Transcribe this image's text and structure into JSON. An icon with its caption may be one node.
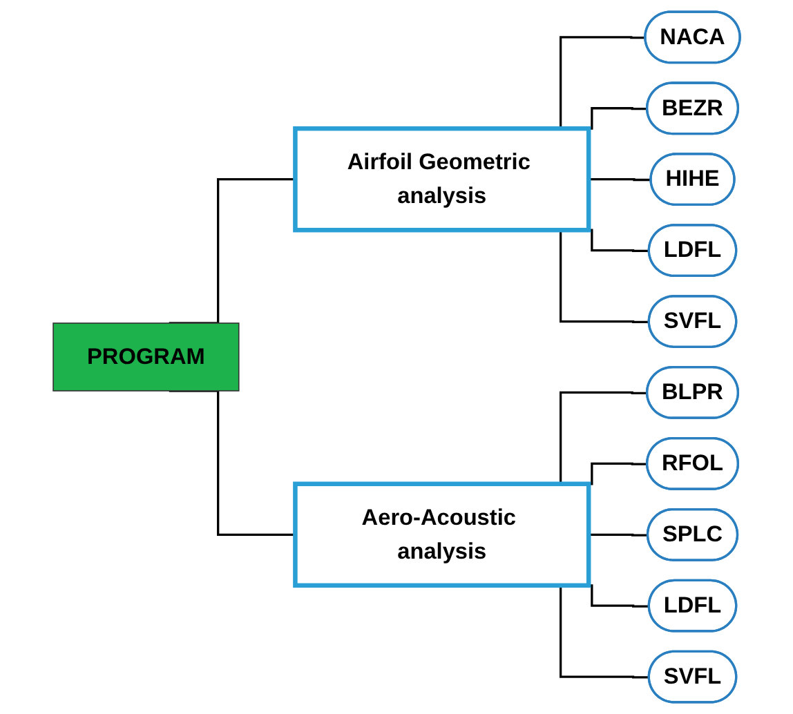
{
  "diagram": {
    "nodes": [
      {
        "text": [
          "PROGRAM"
        ]
      },
      {
        "text": [
          "Airfoil Geometric analysis"
        ]
      },
      {
        "text": [
          "Aero-Acoustic analysis"
        ]
      },
      {
        "text": [
          "NACA"
        ]
      },
      {
        "text": [
          "BEZR"
        ]
      },
      {
        "text": [
          "HIHE"
        ]
      },
      {
        "text": [
          "LDFL"
        ]
      },
      {
        "text": [
          "SVFL"
        ]
      },
      {
        "text": [
          "BLPR"
        ]
      },
      {
        "text": [
          "RFOL"
        ]
      },
      {
        "text": [
          "SPLC"
        ]
      },
      {
        "text": [
          "LDFL"
        ]
      },
      {
        "text": [
          "SVFL"
        ]
      }
    ],
    "edges": [
      {
        "from": 0,
        "to": 1,
        "arrow": "none"
      },
      {
        "from": 0,
        "to": 2,
        "arrow": "none"
      },
      {
        "from": 1,
        "to": 3,
        "arrow": "none"
      },
      {
        "from": 1,
        "to": 4,
        "arrow": "none"
      },
      {
        "from": 1,
        "to": 5,
        "arrow": "none"
      },
      {
        "from": 1,
        "to": 6,
        "arrow": "none"
      },
      {
        "from": 1,
        "to": 7,
        "arrow": "none"
      },
      {
        "from": 2,
        "to": 8,
        "arrow": "none"
      },
      {
        "from": 2,
        "to": 9,
        "arrow": "none"
      },
      {
        "from": 2,
        "to": 10,
        "arrow": "none"
      },
      {
        "from": 2,
        "to": 11,
        "arrow": "none"
      },
      {
        "from": 2,
        "to": 12,
        "arrow": "none"
      }
    ]
  }
}
